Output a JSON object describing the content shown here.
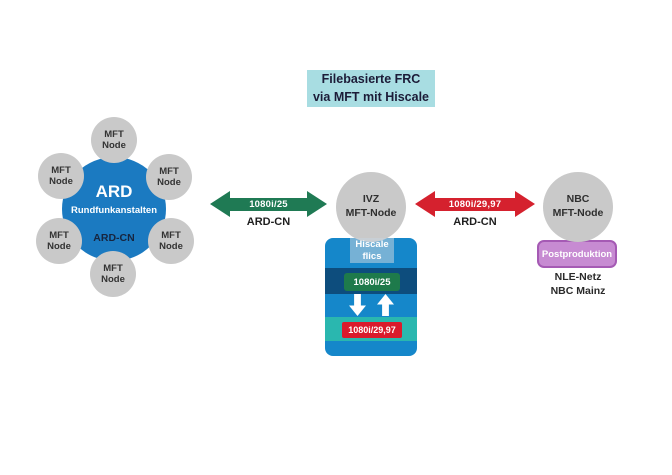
{
  "title": {
    "line1": "Filebasierte FRC",
    "line2": "via MFT mit Hiscale"
  },
  "colors": {
    "title_bg": "#a8dde2",
    "ard_blue": "#1b7ac1",
    "node_gray": "#c9c9c9",
    "arrow_green": "#1f7a54",
    "arrow_red": "#d5212e",
    "hiscale_box_blue": "#1587ca",
    "dark_blue_band": "#0d4d7d",
    "teal_band": "#2ab7af",
    "green_chip": "#1e7a4b",
    "red_chip": "#da1a2c",
    "purple_fill": "#c78bd2",
    "purple_border": "#a55ab4"
  },
  "ard_cluster": {
    "name": "ARD",
    "subtitle": "Rundfunkanstalten",
    "network": "ARD-CN",
    "nodes": [
      {
        "line1": "MFT",
        "line2": "Node"
      },
      {
        "line1": "MFT",
        "line2": "Node"
      },
      {
        "line1": "MFT",
        "line2": "Node"
      },
      {
        "line1": "MFT",
        "line2": "Node"
      },
      {
        "line1": "MFT",
        "line2": "Node"
      },
      {
        "line1": "MFT",
        "line2": "Node"
      }
    ]
  },
  "left_link": {
    "label": "1080i/25",
    "sublabel": "ARD-CN"
  },
  "right_link": {
    "label": "1080i/29,97",
    "sublabel": "ARD-CN"
  },
  "ivz_node": {
    "line1": "IVZ",
    "line2": "MFT-Node"
  },
  "hiscale": {
    "tab_line1": "Hiscale",
    "tab_line2": "flics",
    "source_format": "1080i/25",
    "target_format": "1080i/29,97"
  },
  "nbc_node": {
    "line1": "NBC",
    "line2": "MFT-Node"
  },
  "postproduction": {
    "label": "Postproduktion",
    "net_line1": "NLE-Netz",
    "net_line2": "NBC Mainz"
  }
}
